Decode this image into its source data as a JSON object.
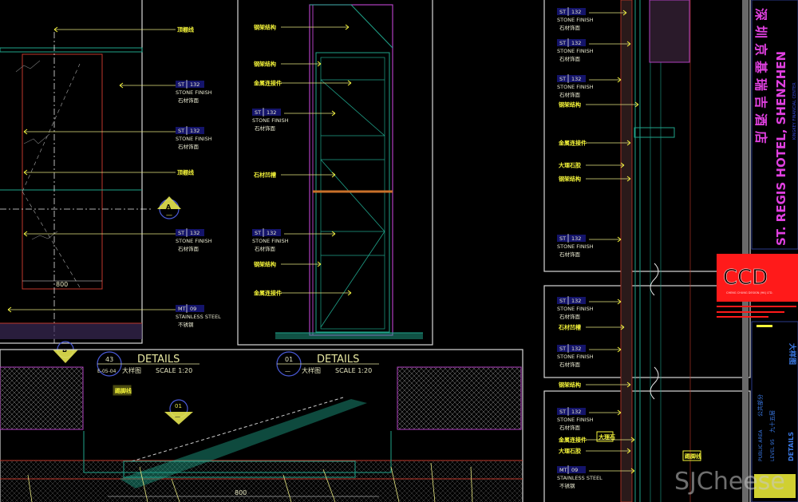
{
  "drawing": {
    "colors": {
      "background": "#000000",
      "frame": "#d8d8d8",
      "callout": "#f5f53a",
      "stone": "#c0392b",
      "steel": "#1fa38a",
      "hatch": "#b040c0",
      "title_magenta": "#e040e0",
      "logo_red": "#ff1a1a"
    },
    "left_panel": {
      "dimension": "800",
      "section_marker": {
        "letter": "A",
        "sheet": "—"
      },
      "bottom_marker": {
        "letter": "B",
        "sheet": "—"
      },
      "callouts": [
        {
          "type": "label",
          "cn": "顶棚线"
        },
        {
          "type": "tag",
          "code": "ST",
          "num": "132",
          "en": "STONE FINISH",
          "cn": "石材饰面"
        },
        {
          "type": "tag",
          "code": "ST",
          "num": "132",
          "en": "STONE FINISH",
          "cn": "石材饰面"
        },
        {
          "type": "label",
          "cn": "顶棚线"
        },
        {
          "type": "tag",
          "code": "ST",
          "num": "132",
          "en": "STONE FINISH",
          "cn": "石材饰面"
        },
        {
          "type": "tag",
          "code": "MT",
          "num": "09",
          "en": "STAINLESS STEEL",
          "cn": "不锈钢"
        }
      ]
    },
    "middle_panel": {
      "callouts": [
        {
          "type": "label",
          "cn": "钢架结构"
        },
        {
          "type": "label",
          "cn": "钢架结构"
        },
        {
          "type": "label",
          "cn": "金属连接件"
        },
        {
          "type": "tag",
          "code": "ST",
          "num": "132",
          "en": "STONE FINISH",
          "cn": "石材饰面"
        },
        {
          "type": "label",
          "cn": "石材凹槽"
        },
        {
          "type": "tag",
          "code": "ST",
          "num": "132",
          "en": "STONE FINISH",
          "cn": "石材饰面"
        },
        {
          "type": "label",
          "cn": "钢架结构"
        },
        {
          "type": "label",
          "cn": "金属连接件"
        }
      ]
    },
    "right_panel": {
      "callouts": [
        {
          "type": "tag",
          "code": "ST",
          "num": "132",
          "en": "STONE FINISH",
          "cn": "石材饰面"
        },
        {
          "type": "tag",
          "code": "ST",
          "num": "132",
          "en": "STONE FINISH",
          "cn": "石材饰面"
        },
        {
          "type": "tag",
          "code": "ST",
          "num": "132",
          "en": "STONE FINISH",
          "cn": "石材饰面"
        },
        {
          "type": "label",
          "cn": "钢架结构"
        },
        {
          "type": "label",
          "cn": "金属连接件"
        },
        {
          "type": "label",
          "cn": "大理石胶"
        },
        {
          "type": "label",
          "cn": "钢架结构"
        },
        {
          "type": "tag",
          "code": "ST",
          "num": "132",
          "en": "STONE FINISH",
          "cn": "石材饰面"
        },
        {
          "type": "tag",
          "code": "ST",
          "num": "132",
          "en": "STONE FINISH",
          "cn": "石材饰面"
        },
        {
          "type": "label",
          "cn": "石材凹槽"
        },
        {
          "type": "tag",
          "code": "ST",
          "num": "132",
          "en": "STONE FINISH",
          "cn": "石材饰面"
        },
        {
          "type": "label",
          "cn": "钢架结构"
        },
        {
          "type": "tag",
          "code": "ST",
          "num": "132",
          "en": "STONE FINISH",
          "cn": "石材饰面"
        },
        {
          "type": "label",
          "cn": "金属连接件"
        },
        {
          "type": "label",
          "cn": "大理石胶"
        },
        {
          "type": "tag",
          "code": "MT",
          "num": "09",
          "en": "STAINLESS STEEL",
          "cn": "不锈钢"
        }
      ],
      "box_label": "大理石",
      "side_label": "踢脚线"
    },
    "bottom_panel": {
      "details": [
        {
          "num": "43",
          "sheet": "E-05-04",
          "title": "DETAILS",
          "cn": "大样图",
          "scale": "SCALE  1:20"
        },
        {
          "num": "01",
          "sheet": "—",
          "title": "DETAILS",
          "cn": "大样图",
          "scale": "SCALE  1:20"
        }
      ],
      "note_label": "踢脚线",
      "section_marker": {
        "letter": "01",
        "sheet": "—"
      },
      "dimension": "800"
    },
    "title_block": {
      "project_cn": "深圳京基瑞吉酒店",
      "project_en": "ST. REGIS HOTEL, SHENZHEN",
      "subtitle": "KINGKEY FINANCIAL CENTER",
      "logo": "CCD",
      "logo_sub": "CHENG CHUNG DESIGN (HK) LTD.",
      "drawing_title": "大样图",
      "area_en": "PUBLIC AREA",
      "area_cn": "公共部分",
      "level_en": "LEVEL 95",
      "level_cn": "九十五层",
      "sheet_type": "DETAILS"
    },
    "watermark": "SJCheese"
  }
}
